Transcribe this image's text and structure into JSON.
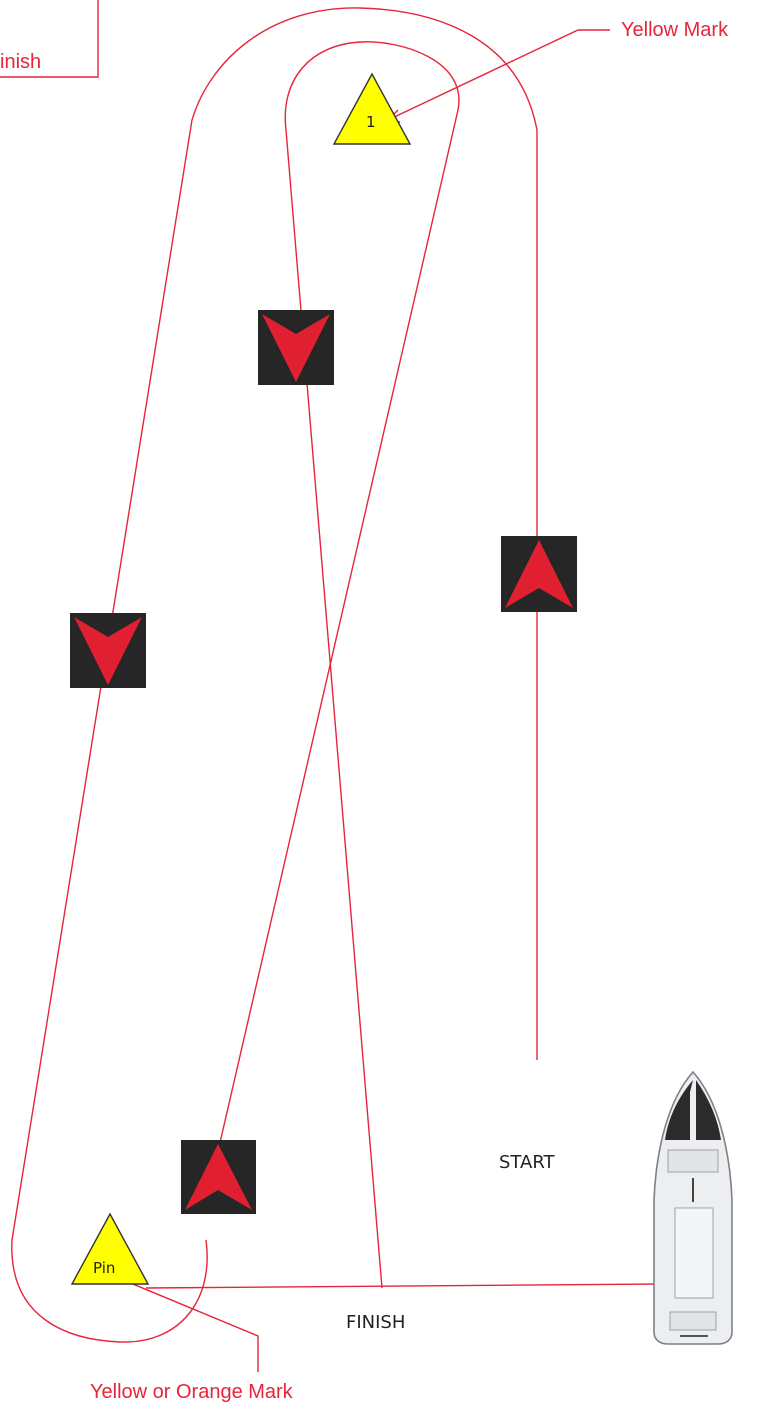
{
  "labels": {
    "top_left_fragment": "inish",
    "yellow_mark": "Yellow Mark",
    "yellow_or_orange_mark": "Yellow or Orange Mark",
    "start": "START",
    "finish": "FINISH",
    "mark_1": "1",
    "pin": "Pin"
  },
  "colors": {
    "course_line": "#e8243a",
    "callout_text": "#e8243a",
    "yellow_mark": "#ffff00",
    "direction_box": "#262626",
    "direction_arrow": "#e02030"
  },
  "direction_markers": [
    {
      "id": "leg-down-center",
      "direction": "down"
    },
    {
      "id": "leg-up-right",
      "direction": "up"
    },
    {
      "id": "leg-down-left",
      "direction": "down"
    },
    {
      "id": "leg-up-bottom",
      "direction": "up"
    }
  ],
  "icons": [
    "yellow-triangle-mark-icon",
    "direction-arrow-icon",
    "committee-boat-icon"
  ]
}
